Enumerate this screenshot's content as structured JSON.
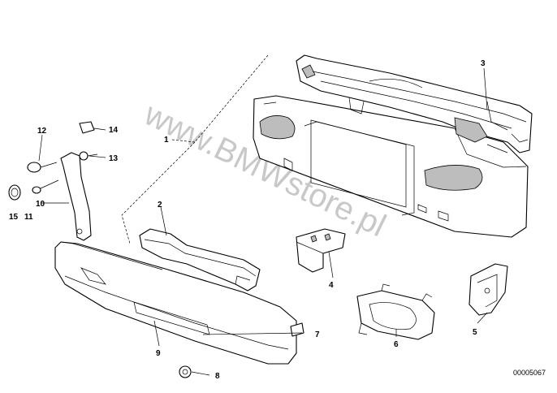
{
  "callouts": [
    "1",
    "2",
    "3",
    "4",
    "5",
    "6",
    "7",
    "8",
    "9",
    "10",
    "11",
    "12",
    "13",
    "14",
    "15"
  ],
  "doc_number": "00005067",
  "watermark": "www.BMWstore.pl",
  "colors": {
    "line": "#000000",
    "shade": "#bdbdbd",
    "watermark": "#9a9a9a",
    "background": "#ffffff"
  }
}
